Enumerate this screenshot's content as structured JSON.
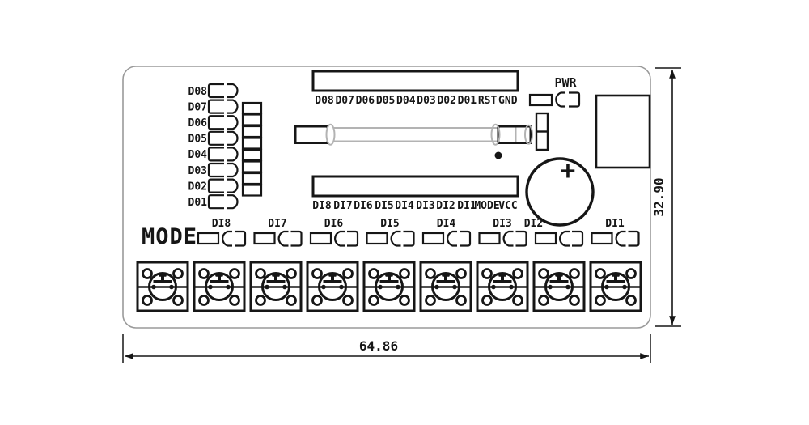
{
  "drawing": {
    "type": "pcb-silkscreen-dimension-drawing",
    "colors": {
      "ink": "#161616",
      "board_outline": "#9a9a9a",
      "fuse_gray": "#b3b3b3",
      "background": "#ffffff"
    },
    "left_led_column": {
      "labels": [
        "D08",
        "D07",
        "D06",
        "D05",
        "D04",
        "D03",
        "D02",
        "D01"
      ]
    },
    "resistor_column": {
      "count": 8
    },
    "top_connector": {
      "pin_labels": [
        "D08",
        "D07",
        "D06",
        "D05",
        "D04",
        "D03",
        "D02",
        "D01",
        "RST",
        "GND"
      ]
    },
    "bottom_connector": {
      "pin_labels": [
        "DI8",
        "DI7",
        "DI6",
        "DI5",
        "DI4",
        "DI3",
        "DI2",
        "DI1",
        "MODE",
        "VCC"
      ]
    },
    "pwr_indicator": {
      "label": "PWR"
    },
    "capacitor": {
      "polarity_symbol": "+"
    },
    "mode_label": "MODE",
    "di_led_row": {
      "labels": [
        "DI8",
        "DI7",
        "DI6",
        "DI5",
        "DI4",
        "DI3",
        "DI2",
        "DI1"
      ]
    },
    "buttons": {
      "count": 9
    }
  },
  "dimensions": {
    "board_width": "64.86",
    "board_height": "32.90"
  }
}
